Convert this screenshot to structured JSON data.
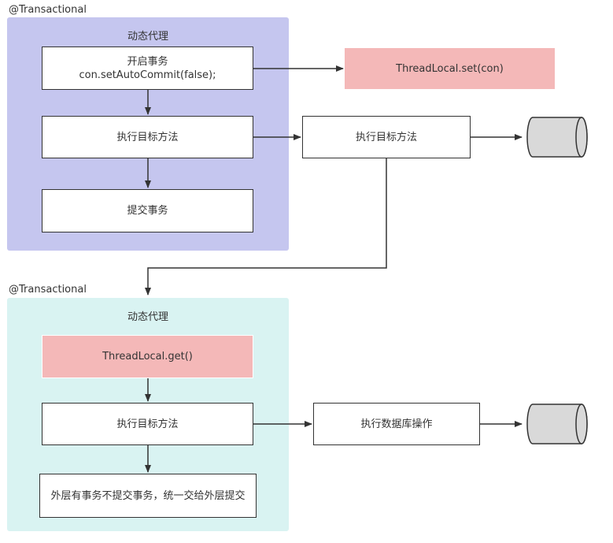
{
  "colors": {
    "group1_bg": "#c5c6ef",
    "group2_bg": "#d9f3f2",
    "pink": "#f4b8b8",
    "line": "#333333",
    "db_fill": "#d9d9d9"
  },
  "outer": {
    "annotation": "@Transactional",
    "title": "动态代理",
    "box_begin_line1": "开启事务",
    "box_begin_line2": "con.setAutoCommit(false);",
    "box_exec": "执行目标方法",
    "box_commit": "提交事务"
  },
  "threadlocal_set": "ThreadLocal.set(con)",
  "middle_exec": "执行目标方法",
  "inner": {
    "annotation": "@Transactional",
    "title": "动态代理",
    "box_get": "ThreadLocal.get()",
    "box_exec": "执行目标方法",
    "box_note": "外层有事务不提交事务，统一交给外层提交"
  },
  "db_op": "执行数据库操作",
  "icons": [
    "database-icon",
    "database-icon"
  ]
}
